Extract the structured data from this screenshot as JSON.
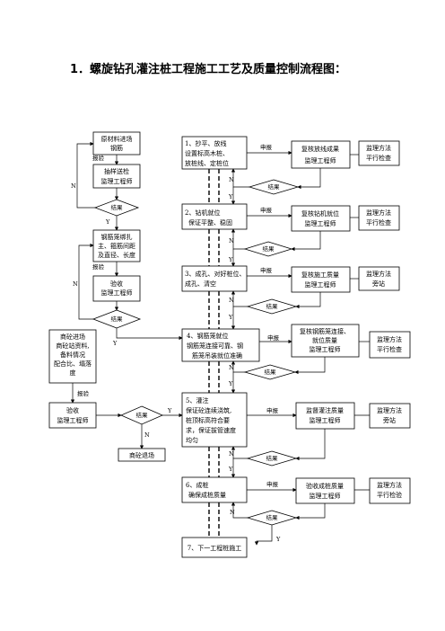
{
  "title": "1．螺旋钻孔灌注桩工程施工工艺及质量控制流程图：",
  "left": {
    "material_l1": "原材料进场",
    "material_l2": "钢筋",
    "report1": "报验",
    "sample_l1": "抽样送检",
    "sample_l2": "监理工程师",
    "result1": "结果",
    "n1": "N",
    "y1": "Y",
    "cage_l1": "钢筋笼绑扎",
    "cage_l2": "主、箍筋间距",
    "cage_l3": "及直径、长度",
    "report2": "报验",
    "accept_l1": "验收",
    "accept_l2": "监理工程师",
    "result2": "结果",
    "n2": "N",
    "y2": "Y",
    "conc_l1": "商砼进场",
    "conc_l2": "商砼站资料,",
    "conc_l3": "备料情况",
    "conc_l4": "配合比、塌落",
    "conc_l5": "度",
    "report3": "报验",
    "accept3_l1": "验收",
    "accept3_l2": "监理工程师",
    "result3": "结果",
    "n3": "N",
    "y3": "Y",
    "exit": "商砼退场"
  },
  "steps": [
    {
      "l1": "1、抄平、放线",
      "l2": "设置标高木桩、",
      "l3": "放桩线、定桩位",
      "report": "申报",
      "check_l1": "复核放线成果",
      "check_l2": "监理工程师",
      "method_l1": "监理方法",
      "method_l2": "平行检查",
      "result": "结果",
      "n": "N",
      "y": "Y"
    },
    {
      "l1": "2、钻机就位",
      "l2": "保证平整、稳固",
      "l3": "",
      "report": "申报",
      "check_l1": "复核钻机就位",
      "check_l2": "监理工程师",
      "method_l1": "监理方法",
      "method_l2": "平行检查",
      "result": "结果",
      "n": "N",
      "y": "Y"
    },
    {
      "l1": "3、成孔、对好桩位、",
      "l2": "成孔、清空",
      "l3": "",
      "report": "申报",
      "check_l1": "复核施工质量",
      "check_l2": "监理工程师",
      "method_l1": "监理方法",
      "method_l2": "旁站",
      "result": "结果",
      "n": "N",
      "y": "Y"
    },
    {
      "l1": "4、钢筋笼就位",
      "l2": "钢筋笼连接可靠、钢",
      "l3": "筋笼吊装就位准确",
      "report": "申报",
      "check_l1": "复核钢筋笼连接、",
      "check_l2": "就位质量",
      "check_l3": "监理工程师",
      "method_l1": "监理方法",
      "method_l2": "平行检查",
      "result": "结果",
      "n": "N",
      "y": "Y"
    },
    {
      "l1": "5、灌注",
      "l2": "保证砼连续浇筑,",
      "l3": "桩顶标高符合要",
      "l4": "求，保证拔管速度",
      "l5": "均匀",
      "report": "申报",
      "check_l1": "监督灌注质量",
      "check_l2": "监理工程师",
      "method_l1": "监理方法",
      "method_l2": "旁站",
      "result": "结果",
      "n": "N",
      "y": "Y"
    },
    {
      "l1": "6、成桩",
      "l2": "确保成桩质量",
      "l3": "",
      "report": "申报",
      "check_l1": "验收成桩质量",
      "check_l2": "监理工程师",
      "method_l1": "监理方法",
      "method_l2": "平行检验",
      "result": "结果",
      "n": "N",
      "y": "Y"
    },
    {
      "l1": "7、下一工程桩施工"
    }
  ]
}
